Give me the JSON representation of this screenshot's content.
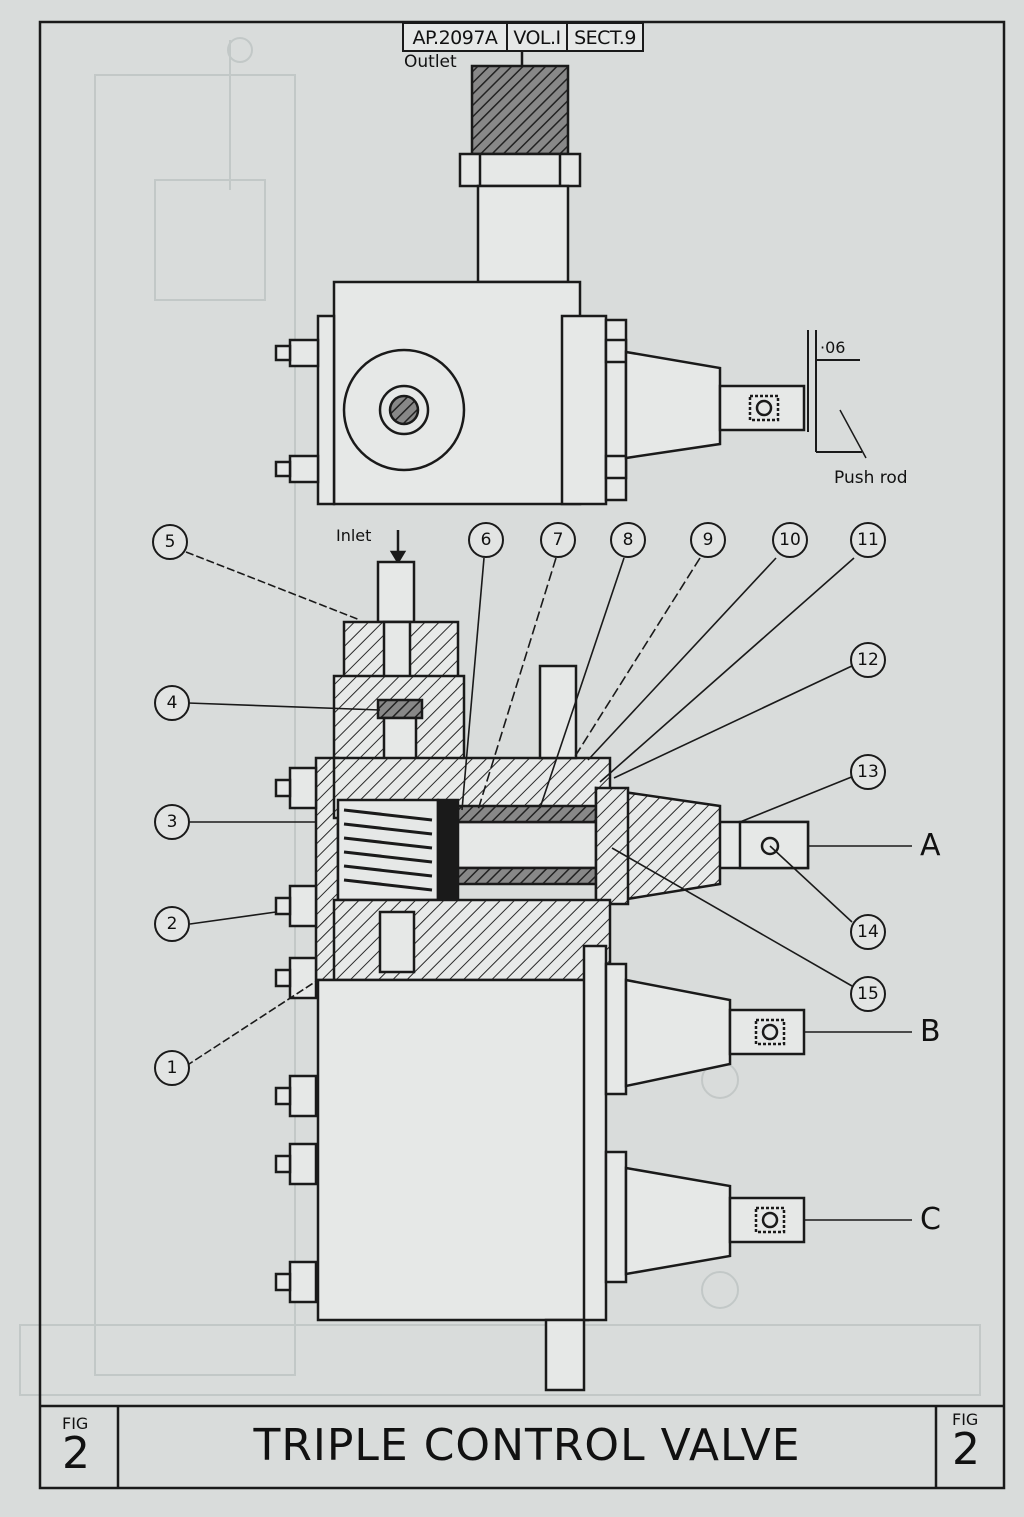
{
  "reference": {
    "publication": "AP.2097A",
    "volume": "VOL.I",
    "section": "SECT.9"
  },
  "labels": {
    "outlet": "Outlet",
    "inlet": "Inlet",
    "dimension": "·06",
    "push_rod": "Push rod"
  },
  "callouts": [
    "1",
    "2",
    "3",
    "4",
    "5",
    "6",
    "7",
    "8",
    "9",
    "10",
    "11",
    "12",
    "13",
    "14",
    "15"
  ],
  "ports": [
    "A",
    "B",
    "C"
  ],
  "title_block": {
    "fig_label": "FIG",
    "fig_number": "2",
    "title": "TRIPLE CONTROL VALVE"
  },
  "colors": {
    "paper": "#d9dcdb",
    "ink": "#1a1a1a",
    "ghost": "#b9c1c1"
  }
}
